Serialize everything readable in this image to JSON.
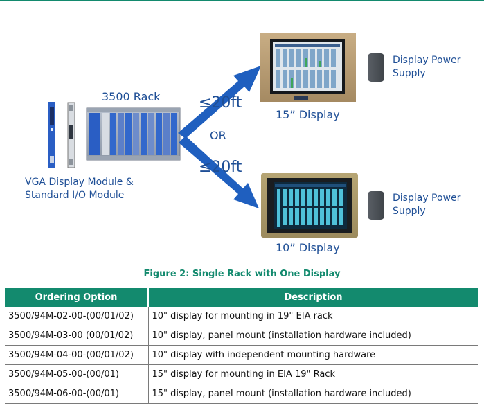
{
  "diagram": {
    "rack_label": "3500 Rack",
    "modules_label_line1": "VGA Display Module &",
    "modules_label_line2": "Standard I/O Module",
    "distance_top": "≤20ft",
    "or_label": "OR",
    "distance_bottom": "≤20ft",
    "display_15_label": "15” Display",
    "display_10_label": "10” Display",
    "power_supply_top_line1": "Display Power",
    "power_supply_top_line2": "Supply",
    "power_supply_bottom_line1": "Display Power",
    "power_supply_bottom_line2": "Supply",
    "colors": {
      "accent_blue": "#1f5fbf",
      "label_blue": "#1f4f96",
      "teal": "#138a6e"
    }
  },
  "caption": "Figure 2:  Single Rack with One Display",
  "table": {
    "headers": [
      "Ordering Option",
      "Description"
    ],
    "rows": [
      [
        "3500/94M-02-00-(00/01/02)",
        "10\" display for mounting in 19\" EIA rack"
      ],
      [
        "3500/94M-03-00 (00/01/02)",
        "10\" display, panel mount (installation hardware included)"
      ],
      [
        "3500/94M-04-00-(00/01/02)",
        "10\" display with independent mounting hardware"
      ],
      [
        "3500/94M-05-00-(00/01)",
        "15\" display for mounting in EIA 19\" Rack"
      ],
      [
        "3500/94M-06-00-(00/01)",
        "15\" display, panel mount (installation hardware included)"
      ]
    ]
  }
}
